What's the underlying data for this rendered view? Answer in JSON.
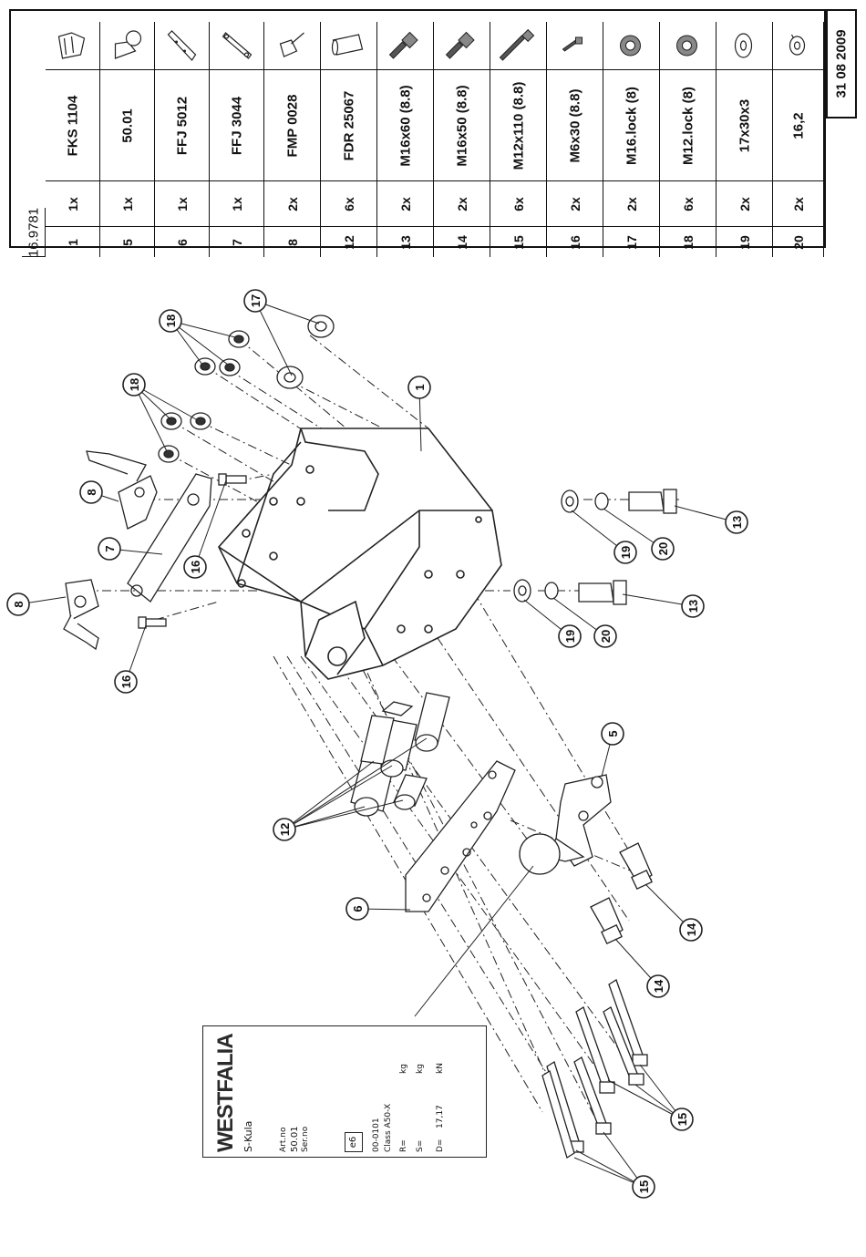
{
  "document": {
    "ref": "16.9781",
    "date": "31 08 2009"
  },
  "parts": [
    {
      "pos": "1",
      "qty": "1x",
      "code": "FKS 1104",
      "icon": "tow-bar-frame-icon"
    },
    {
      "pos": "5",
      "qty": "1x",
      "code": "50.01",
      "icon": "tow-ball-icon"
    },
    {
      "pos": "6",
      "qty": "1x",
      "code": "FFJ 5012",
      "icon": "mounting-plate-icon"
    },
    {
      "pos": "7",
      "qty": "1x",
      "code": "FFJ 3044",
      "icon": "bracket-strip-icon"
    },
    {
      "pos": "8",
      "qty": "2x",
      "code": "FMP 0028",
      "icon": "side-bracket-icon"
    },
    {
      "pos": "12",
      "qty": "6x",
      "code": "FDR 25067",
      "icon": "spacer-tube-icon"
    },
    {
      "pos": "13",
      "qty": "2x",
      "code": "M16x60 (8.8)",
      "icon": "bolt-icon"
    },
    {
      "pos": "14",
      "qty": "2x",
      "code": "M16x50 (8.8)",
      "icon": "bolt-icon"
    },
    {
      "pos": "15",
      "qty": "6x",
      "code": "M12x110 (8.8)",
      "icon": "long-bolt-icon"
    },
    {
      "pos": "16",
      "qty": "2x",
      "code": "M6x30 (8.8)",
      "icon": "small-bolt-icon"
    },
    {
      "pos": "17",
      "qty": "2x",
      "code": "M16.lock (8)",
      "icon": "lock-nut-icon"
    },
    {
      "pos": "18",
      "qty": "6x",
      "code": "M12.lock (8)",
      "icon": "lock-nut-icon"
    },
    {
      "pos": "19",
      "qty": "2x",
      "code": "17x30x3",
      "icon": "washer-icon"
    },
    {
      "pos": "20",
      "qty": "2x",
      "code": "16,2",
      "icon": "spring-washer-icon"
    }
  ],
  "callouts": [
    "1",
    "5",
    "6",
    "7",
    "8",
    "8",
    "12",
    "13",
    "13",
    "14",
    "14",
    "15",
    "15",
    "16",
    "16",
    "17",
    "18",
    "18",
    "19",
    "19",
    "20",
    "20"
  ],
  "plate": {
    "brand": "WESTFALIA",
    "product": "S-Kula",
    "art_label": "Art.no",
    "art_no": "50.01",
    "serial_label": "Ser.no",
    "approval": "e6",
    "approval_no": "00-0101",
    "class": "Class A50-X",
    "r_label": "R=",
    "r_unit": "kg",
    "s_label": "S=",
    "s_unit": "kg",
    "d_label": "D=",
    "d_value": "17,17",
    "d_unit": "kN"
  }
}
